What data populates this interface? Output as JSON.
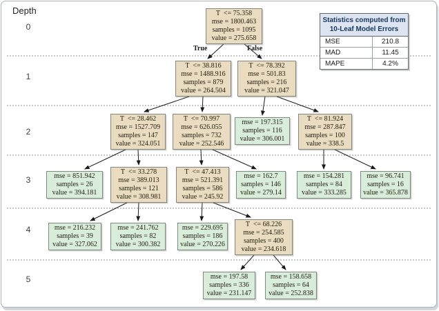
{
  "depth_axis": {
    "label": "Depth",
    "levels": [
      "0",
      "1",
      "2",
      "3",
      "4",
      "5"
    ]
  },
  "edge_labels": {
    "true_label": "True",
    "false_label": "False"
  },
  "stats_table": {
    "header_line1": "Statistics computed from",
    "header_line2": "10-Leaf Model Errors",
    "rows": [
      {
        "label": "MSE",
        "value": "210.8"
      },
      {
        "label": "MAD",
        "value": "11.45"
      },
      {
        "label": "MAPE",
        "value": "4.2%"
      }
    ]
  },
  "colors": {
    "internal_node_fill": "#e9dcc0",
    "leaf_node_fill": "#d9eeda",
    "table_header_fill": "#dce5f1",
    "node_border": "#85857d",
    "arrow": "#1a1a1a"
  },
  "tree": {
    "nodes": [
      {
        "depth": 0,
        "type": "split",
        "split": "T  <= 75.358",
        "mse": "mse = 1800.463",
        "samples": "samples = 1095",
        "value": "value = 275.658"
      },
      {
        "depth": 1,
        "type": "split",
        "split": "T  <= 38.816",
        "mse": "mse = 1488.916",
        "samples": "samples = 879",
        "value": "value = 264.504"
      },
      {
        "depth": 1,
        "type": "split",
        "split": "T  <= 78.392",
        "mse": "mse = 501.83",
        "samples": "samples = 216",
        "value": "value = 321.047"
      },
      {
        "depth": 2,
        "type": "split",
        "split": "T  <= 28.462",
        "mse": "mse = 1527.709",
        "samples": "samples = 147",
        "value": "value = 324.051"
      },
      {
        "depth": 2,
        "type": "split",
        "split": "T  <= 70.997",
        "mse": "mse = 626.055",
        "samples": "samples = 732",
        "value": "value = 252.546"
      },
      {
        "depth": 2,
        "type": "leaf",
        "mse": "mse = 197.315",
        "samples": "samples = 116",
        "value": "value = 306.001"
      },
      {
        "depth": 2,
        "type": "split",
        "split": "T  <= 81.924",
        "mse": "mse = 287.847",
        "samples": "samples = 100",
        "value": "value = 338.5"
      },
      {
        "depth": 3,
        "type": "leaf",
        "mse": "mse = 851.942",
        "samples": "samples = 26",
        "value": "value = 394.181"
      },
      {
        "depth": 3,
        "type": "split",
        "split": "T  <= 33.278",
        "mse": "mse = 389.013",
        "samples": "samples = 121",
        "value": "value = 308.981"
      },
      {
        "depth": 3,
        "type": "split",
        "split": "T  <= 47.413",
        "mse": "mse = 521.391",
        "samples": "samples = 586",
        "value": "value = 245.92"
      },
      {
        "depth": 3,
        "type": "leaf",
        "mse": "mse = 162.7",
        "samples": "samples = 146",
        "value": "value = 279.14"
      },
      {
        "depth": 3,
        "type": "leaf",
        "mse": "mse = 154.281",
        "samples": "samples = 84",
        "value": "value = 333.285"
      },
      {
        "depth": 3,
        "type": "leaf",
        "mse": "mse = 96.741",
        "samples": "samples = 16",
        "value": "value = 365.878"
      },
      {
        "depth": 4,
        "type": "leaf",
        "mse": "mse = 216.232",
        "samples": "samples = 39",
        "value": "value = 327.062"
      },
      {
        "depth": 4,
        "type": "leaf",
        "mse": "mse = 241.762",
        "samples": "samples = 82",
        "value": "value = 300.382"
      },
      {
        "depth": 4,
        "type": "leaf",
        "mse": "mse = 229.695",
        "samples": "samples = 186",
        "value": "value = 270.226"
      },
      {
        "depth": 4,
        "type": "split",
        "split": "T  <= 68.226",
        "mse": "mse = 254.585",
        "samples": "samples = 400",
        "value": "value = 234.618"
      },
      {
        "depth": 5,
        "type": "leaf",
        "mse": "mse = 197.58",
        "samples": "samples = 336",
        "value": "value = 231.147"
      },
      {
        "depth": 5,
        "type": "leaf",
        "mse": "mse = 158.658",
        "samples": "samples = 64",
        "value": "value = 252.838"
      }
    ]
  }
}
